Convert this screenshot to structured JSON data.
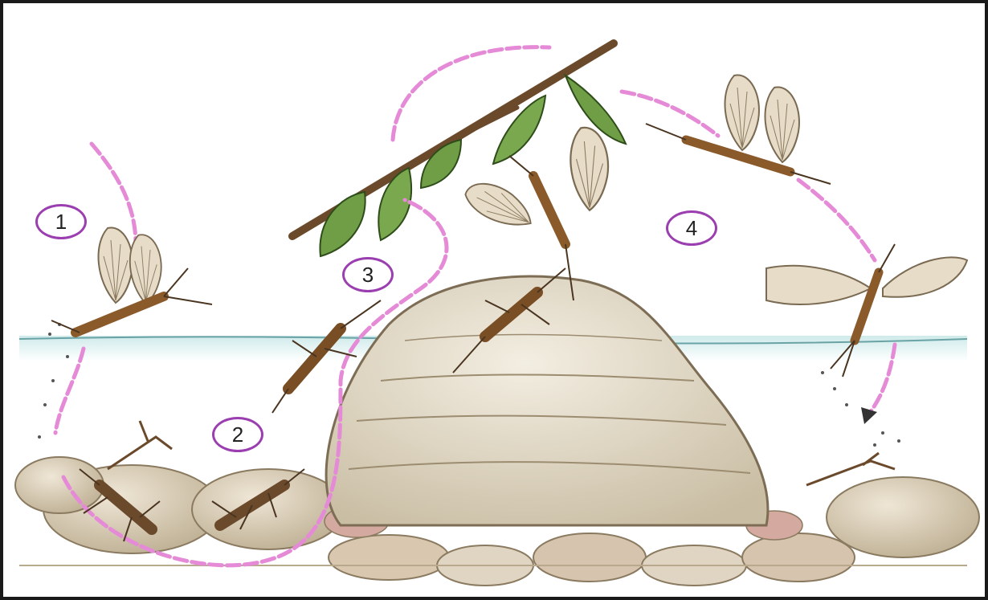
{
  "diagram": {
    "stages": [
      {
        "id": "1",
        "label": "1"
      },
      {
        "id": "2",
        "label": "2"
      },
      {
        "id": "3",
        "label": "3"
      },
      {
        "id": "4",
        "label": "4"
      }
    ]
  },
  "colors": {
    "frame": "#1a1a1a",
    "lifecycle_arrow": "#e58ad6",
    "label_ring": "#9b3fb0",
    "water": "#cfeaea",
    "water_line": "#6aa3a6",
    "rock": "#e7dfcf",
    "rock_shadow": "#a89a80",
    "leaf": "#6f9e46",
    "branch": "#6b4a2c",
    "insect": "#8a5a2b",
    "wing": "#d8ccb4"
  },
  "icons": [
    "mayfly-adult-icon",
    "mayfly-subimago-icon",
    "mayfly-nymph-icon",
    "emerging-nymph-icon",
    "egg-icon"
  ]
}
